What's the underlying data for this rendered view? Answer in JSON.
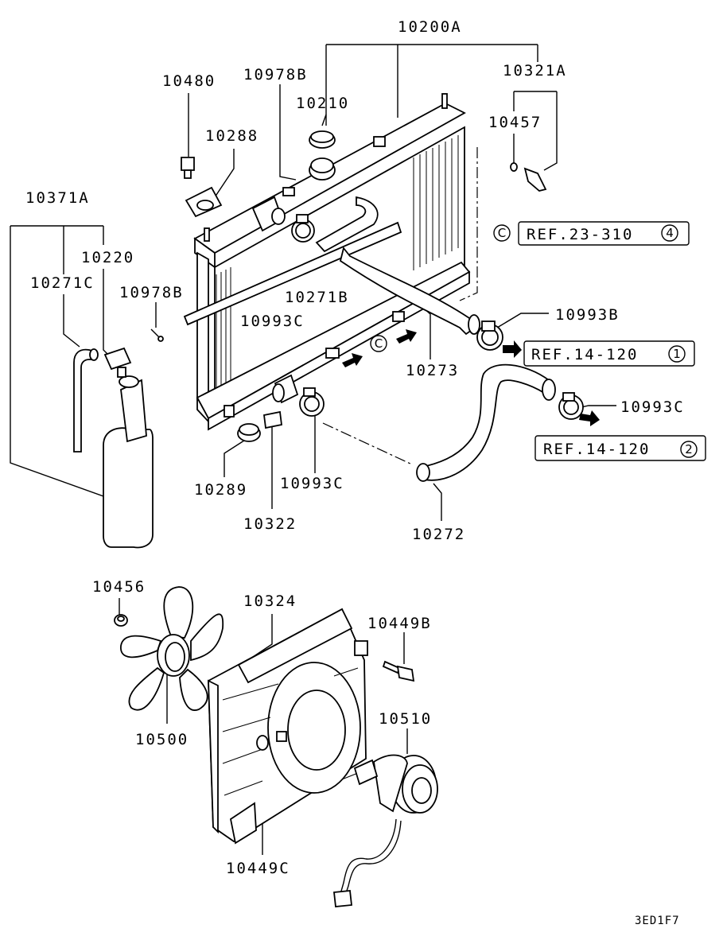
{
  "diagram": {
    "code": "3ED1F7",
    "labels": {
      "p10200A": "10200A",
      "p10321A": "10321A",
      "p10480": "10480",
      "p10978B_top": "10978B",
      "p10210": "10210",
      "p10457": "10457",
      "p10288": "10288",
      "p10371A": "10371A",
      "p10220": "10220",
      "p10271C": "10271C",
      "p10978B_left": "10978B",
      "p10993C_top": "10993C",
      "p10271B": "10271B",
      "p10993B": "10993B",
      "p10273": "10273",
      "p10993C_right": "10993C",
      "p10289": "10289",
      "p10993C_bottom": "10993C",
      "p10322": "10322",
      "p10272": "10272",
      "p10456": "10456",
      "p10324": "10324",
      "p10449B": "10449B",
      "p10500": "10500",
      "p10510": "10510",
      "p10449C": "10449C"
    },
    "refs": {
      "ref1_text": "REF.23-310",
      "ref1_num": "4",
      "ref2_text": "REF.14-120",
      "ref2_num": "1",
      "ref3_text": "REF.14-120",
      "ref3_num": "2"
    },
    "markers": {
      "c_top": "C",
      "c_mid": "C"
    }
  }
}
